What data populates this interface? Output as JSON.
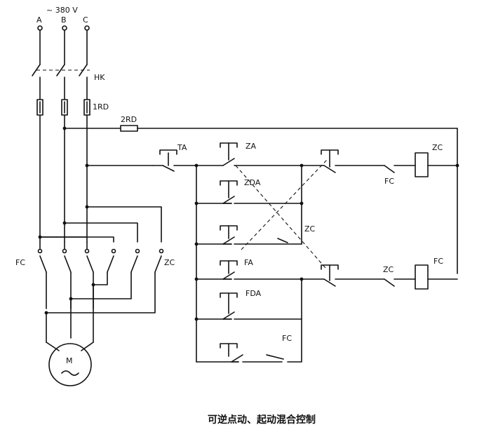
{
  "diagram": {
    "supply_label": "~ 380 V",
    "phases": [
      "A",
      "B",
      "C"
    ],
    "labels": {
      "main_switch": "HK",
      "fuse_1rd": "1RD",
      "fuse_2rd": "2RD",
      "stop_button": "TA",
      "fwd_start_button": "ZA",
      "fwd_jog_button": "ZDA",
      "zc_interlock": "ZC",
      "rev_start_button": "FA",
      "rev_jog_button": "FDA",
      "fc_interlock": "FC",
      "fc_power_contacts": "FC",
      "zc_power_contacts": "ZC",
      "zc_coil": "ZC",
      "fc_coil": "FC",
      "fc_nc_top": "FC",
      "zc_nc_bottom": "ZC",
      "motor": "M"
    },
    "caption": "可逆点动、起动混合控制"
  }
}
